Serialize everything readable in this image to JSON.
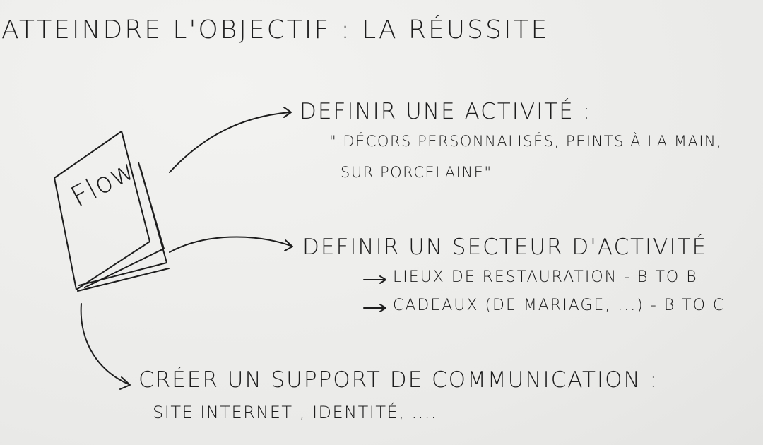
{
  "title": "ATTEINDRE L'OBJECTIF : LA RÉUSSITE",
  "book": {
    "label": "Flow"
  },
  "nodes": {
    "activity": {
      "heading": "DEFINIR UNE ACTIVITÉ :",
      "quote_line1": "\" DÉCORS PERSONNALISÉS, PEINTS À LA MAIN,",
      "quote_line2": "SUR PORCELAINE\""
    },
    "sector": {
      "heading": "DEFINIR UN SECTEUR D'ACTIVITÉ",
      "item1": "LIEUX DE RESTAURATION - B TO B",
      "item2": "CADEAUX (DE MARIAGE, ...) - B TO C"
    },
    "communication": {
      "heading": "CRÉER UN SUPPORT DE COMMUNICATION :",
      "detail": "SITE INTERNET , IDENTITÉ, ...."
    }
  }
}
